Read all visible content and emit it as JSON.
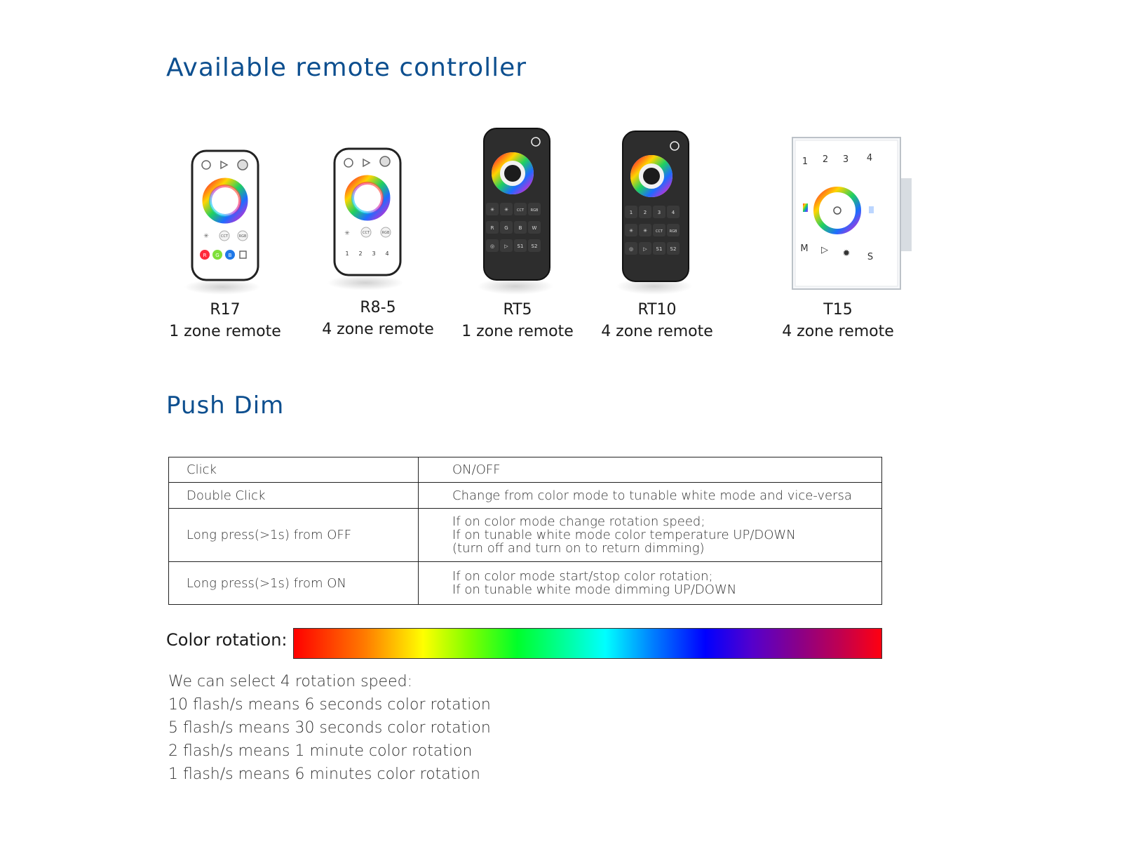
{
  "heading_remotes": "Available remote controller",
  "remotes": [
    {
      "model": "R17",
      "desc": "1 zone remote"
    },
    {
      "model": "R8-5",
      "desc": "4 zone remote"
    },
    {
      "model": "RT5",
      "desc": "1 zone remote"
    },
    {
      "model": "RT10",
      "desc": "4 zone remote"
    },
    {
      "model": "T15",
      "desc": "4 zone remote"
    }
  ],
  "remote_buttons": {
    "cct": "CCT",
    "rgb": "RGB",
    "r": "R",
    "g": "G",
    "b": "B",
    "w": "W",
    "n1": "1",
    "n2": "2",
    "n3": "3",
    "n4": "4",
    "s1": "S1",
    "s2": "S2",
    "m": "M",
    "s": "S"
  },
  "heading_pushdim": "Push Dim",
  "pushdim_table": [
    {
      "action": "Click",
      "lines": [
        "ON/OFF"
      ]
    },
    {
      "action": "Double Click",
      "lines": [
        "Change from color mode to tunable white mode and vice-versa"
      ]
    },
    {
      "action": "Long press(>1s) from OFF",
      "lines": [
        "If on color mode change rotation speed;",
        "If on tunable white mode color temperature UP/DOWN",
        "(turn off and turn on to return dimming)"
      ]
    },
    {
      "action": "Long press(>1s) from ON",
      "lines": [
        "If on color mode start/stop color rotation;",
        "If on tunable white mode dimming UP/DOWN"
      ]
    }
  ],
  "color_rotation_label": "Color rotation:",
  "rotation_notes": [
    "We can select 4 rotation speed:",
    "10 flash/s means 6 seconds color rotation",
    "5 flash/s means 30 seconds color rotation",
    "2 flash/s means 1 minute color rotation",
    "1 flash/s means 6 minutes color rotation"
  ]
}
